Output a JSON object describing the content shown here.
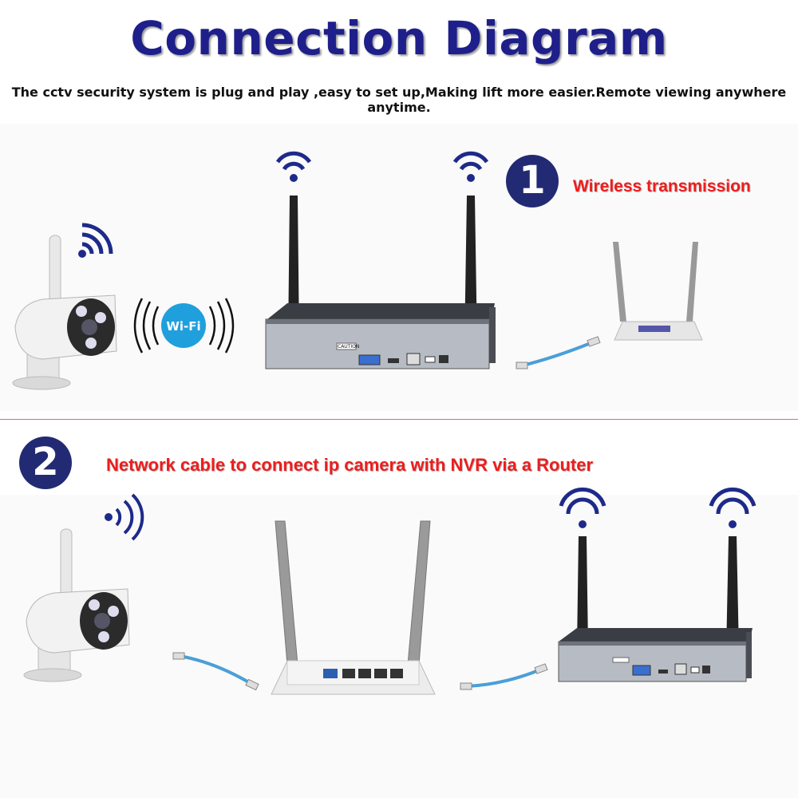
{
  "header": {
    "title": "Connection Diagram",
    "subtitle": "The cctv security system is plug and play ,easy to set up,Making lift more easier.Remote viewing anywhere anytime."
  },
  "steps": [
    {
      "number": "1",
      "label": "Wireless transmission"
    },
    {
      "number": "2",
      "label": "Network cable to connect ip camera with NVR via a Router"
    }
  ],
  "wifi_badge": "Wi-Fi",
  "nvr": {
    "caution_label": "CAUTION"
  },
  "colors": {
    "title": "#1e1f8a",
    "step_circle": "#232a74",
    "step_label": "#ee1d1d",
    "wifi_badge": "#1fa0dd",
    "cable": "#4a9fd8"
  },
  "icons": [
    "wifi-signal-icon",
    "ip-camera-icon",
    "nvr-recorder-icon",
    "router-icon",
    "network-cable-icon"
  ]
}
